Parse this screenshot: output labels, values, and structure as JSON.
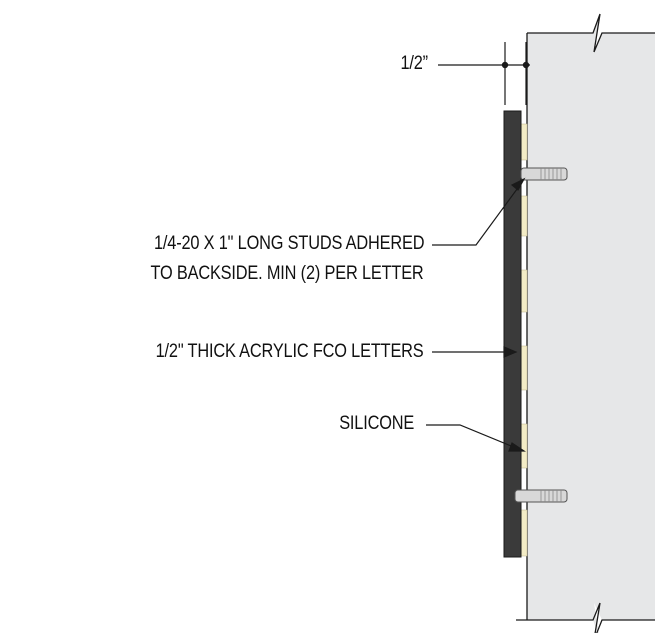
{
  "labels": {
    "gap": "1/2”",
    "studs_line1": "1/4-20 X 1\" LONG STUDS ADHERED",
    "studs_line2": "TO BACKSIDE. MIN (2) PER LETTER",
    "letters": "1/2\" THICK ACRYLIC FCO LETTERS",
    "silicone": "SILICONE"
  },
  "colors": {
    "wall": "#e6e7e8",
    "letter": "#3a3a3a",
    "silicone": "#f3ecc6",
    "stud_fill": "#d8d8d8",
    "line": "#1a1a1a"
  }
}
